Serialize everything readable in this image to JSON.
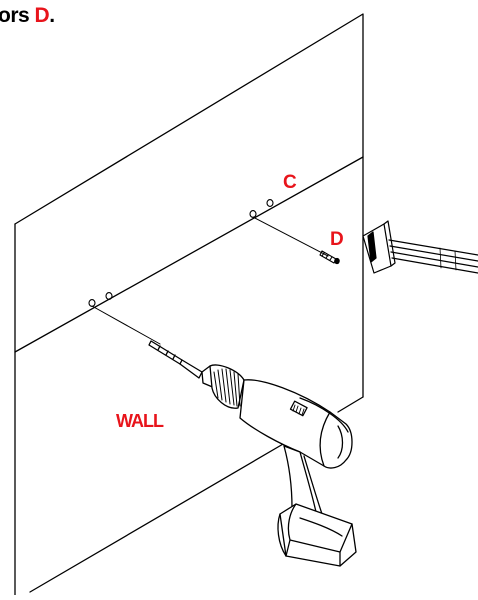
{
  "header": {
    "text_prefix": "ors ",
    "text_highlight": "D",
    "text_suffix": "."
  },
  "labels": {
    "c": "C",
    "d": "D",
    "wall": "WALL"
  },
  "colors": {
    "label_red": "#e8141b",
    "line": "#000000"
  },
  "icons": [
    "electric-drill-icon",
    "hammer-icon",
    "anchor-icon",
    "pilot-hole-icon"
  ]
}
